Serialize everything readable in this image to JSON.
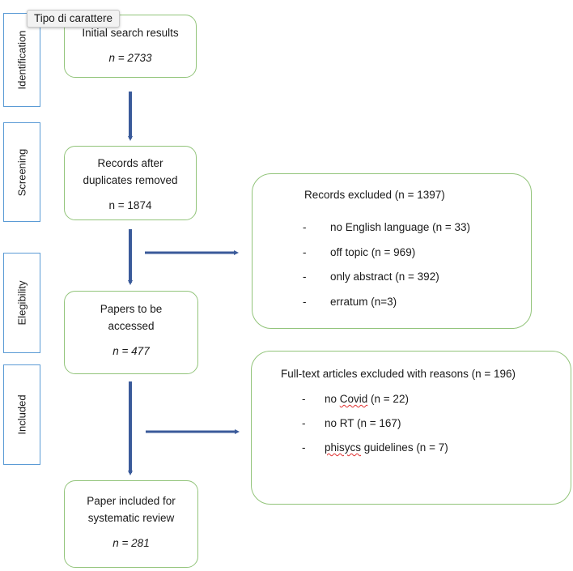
{
  "tooltip": "Tipo di carattere",
  "stages": {
    "identification": "Identification",
    "screening": "Screening",
    "elegibility": "Elegibility",
    "included": "Included"
  },
  "boxes": {
    "search": {
      "label": "Initial search results",
      "n_label": "n = 2733"
    },
    "dedup": {
      "label_line1": "Records after",
      "label_line2": "duplicates removed",
      "n_label": "n = 1874"
    },
    "accessed": {
      "label_line1": "Papers to be",
      "label_line2": "accessed",
      "n_label": "n = 477"
    },
    "included": {
      "label_line1": "Paper included for",
      "label_line2": "systematic review",
      "n_label": "n = 281"
    }
  },
  "excluded_records": {
    "title": "Records excluded (n = 1397)",
    "items": [
      "no English language (n = 33)",
      "off topic (n = 969)",
      "only abstract (n = 392)",
      "erratum (n=3)"
    ]
  },
  "excluded_fulltext": {
    "title": "Full-text articles excluded with reasons (n = 196)",
    "items": [
      {
        "pre": "no ",
        "flag": "Covid",
        "post": " (n = 22)"
      },
      {
        "pre": "no RT (n = 167)",
        "flag": "",
        "post": ""
      },
      {
        "pre": "",
        "flag": "phisycs",
        "post": " guidelines (n = 7)"
      }
    ]
  },
  "bullet": "-",
  "colors": {
    "stage_border": "#5b9bd5",
    "box_border": "#92c47a",
    "arrow": "#3a5a9a"
  }
}
